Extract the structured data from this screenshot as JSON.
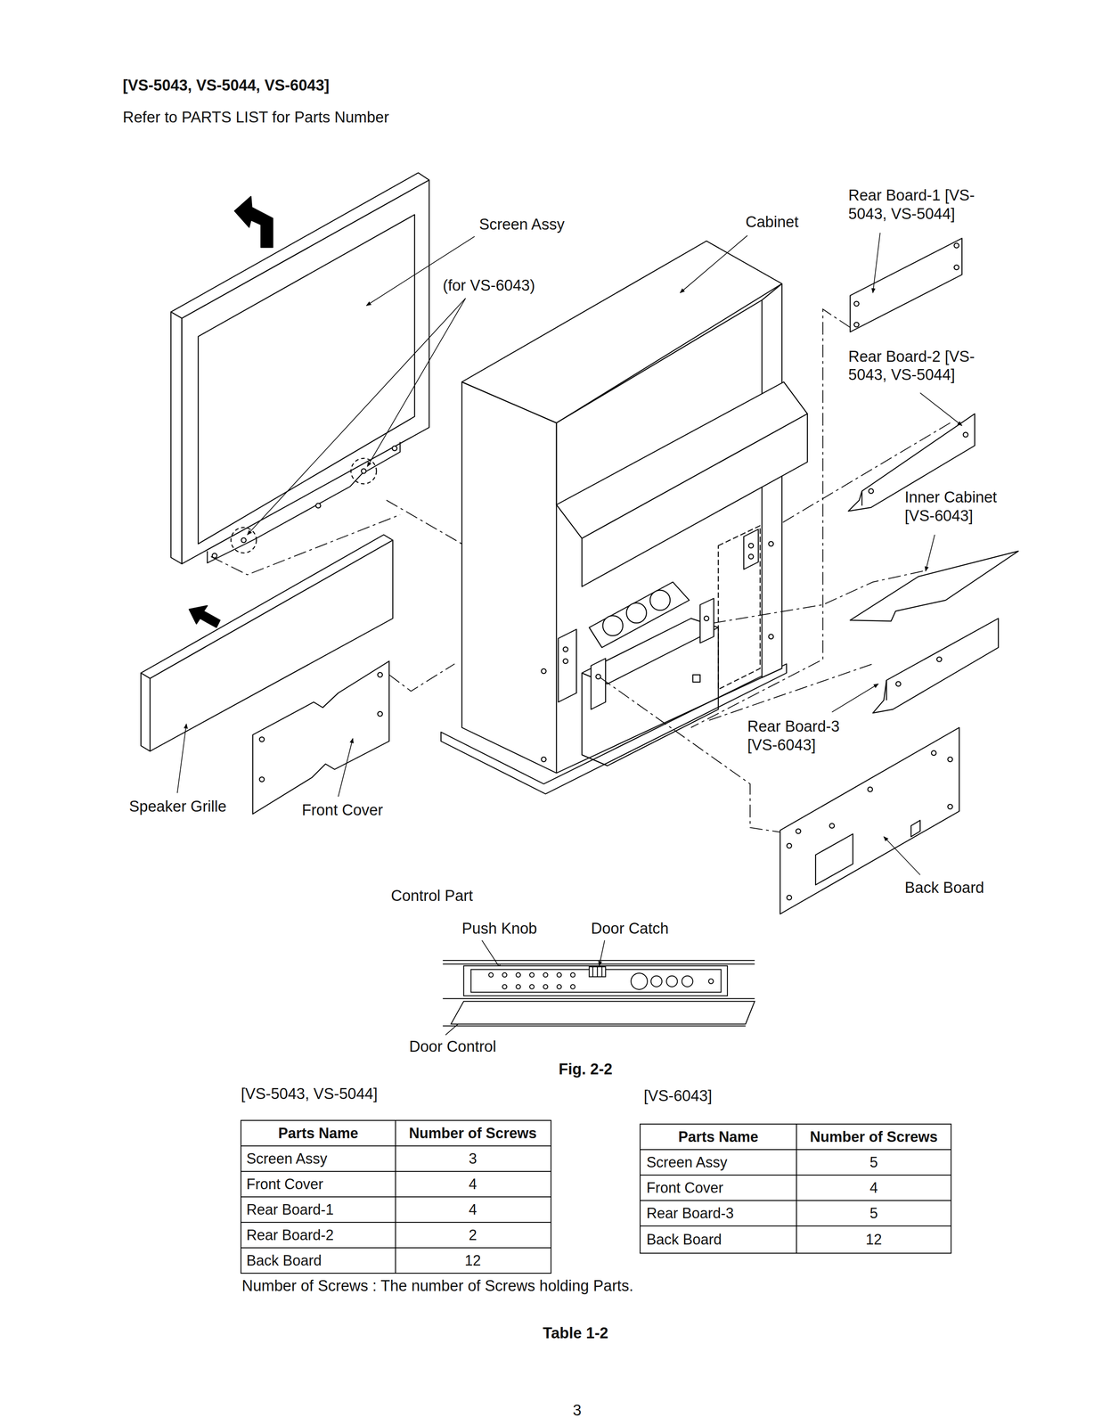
{
  "diagram": {
    "title": "[VS-5043, VS-5044, VS-6043]",
    "labels": [
      "Refer to PARTS LIST for Parts Number",
      "Screen Assy",
      "(for VS-6043)",
      "Cabinet",
      "Rear Board-1 [VS-5043, VS-5044]",
      "Rear Board-2 [VS-5043, VS-5044]",
      "Inner Cabinet [VS-6043]",
      "Rear Board-3 [VS-6043]",
      "Speaker Grille",
      "Front Cover",
      "Back Board",
      "Control Part",
      "Push Knob",
      "Door Catch",
      "Door Control",
      "Fig. 2-2",
      "[VS-5043, VS-5044]",
      "[VS-6043]",
      "Parts Name",
      "Number of Screws",
      "Screen Assy",
      "3",
      "Front Cover",
      "4",
      "Rear Board-1",
      "4",
      "Rear Board-2",
      "2",
      "Back Board",
      "12",
      "Parts Name",
      "Number of Screws",
      "Screen Assy",
      "5",
      "Front Cover",
      "4",
      "Rear Board-3",
      "5",
      "Back Board",
      "12",
      "Number of Screws : The number of Screws holding Parts.",
      "Table 1-2",
      "3"
    ]
  }
}
